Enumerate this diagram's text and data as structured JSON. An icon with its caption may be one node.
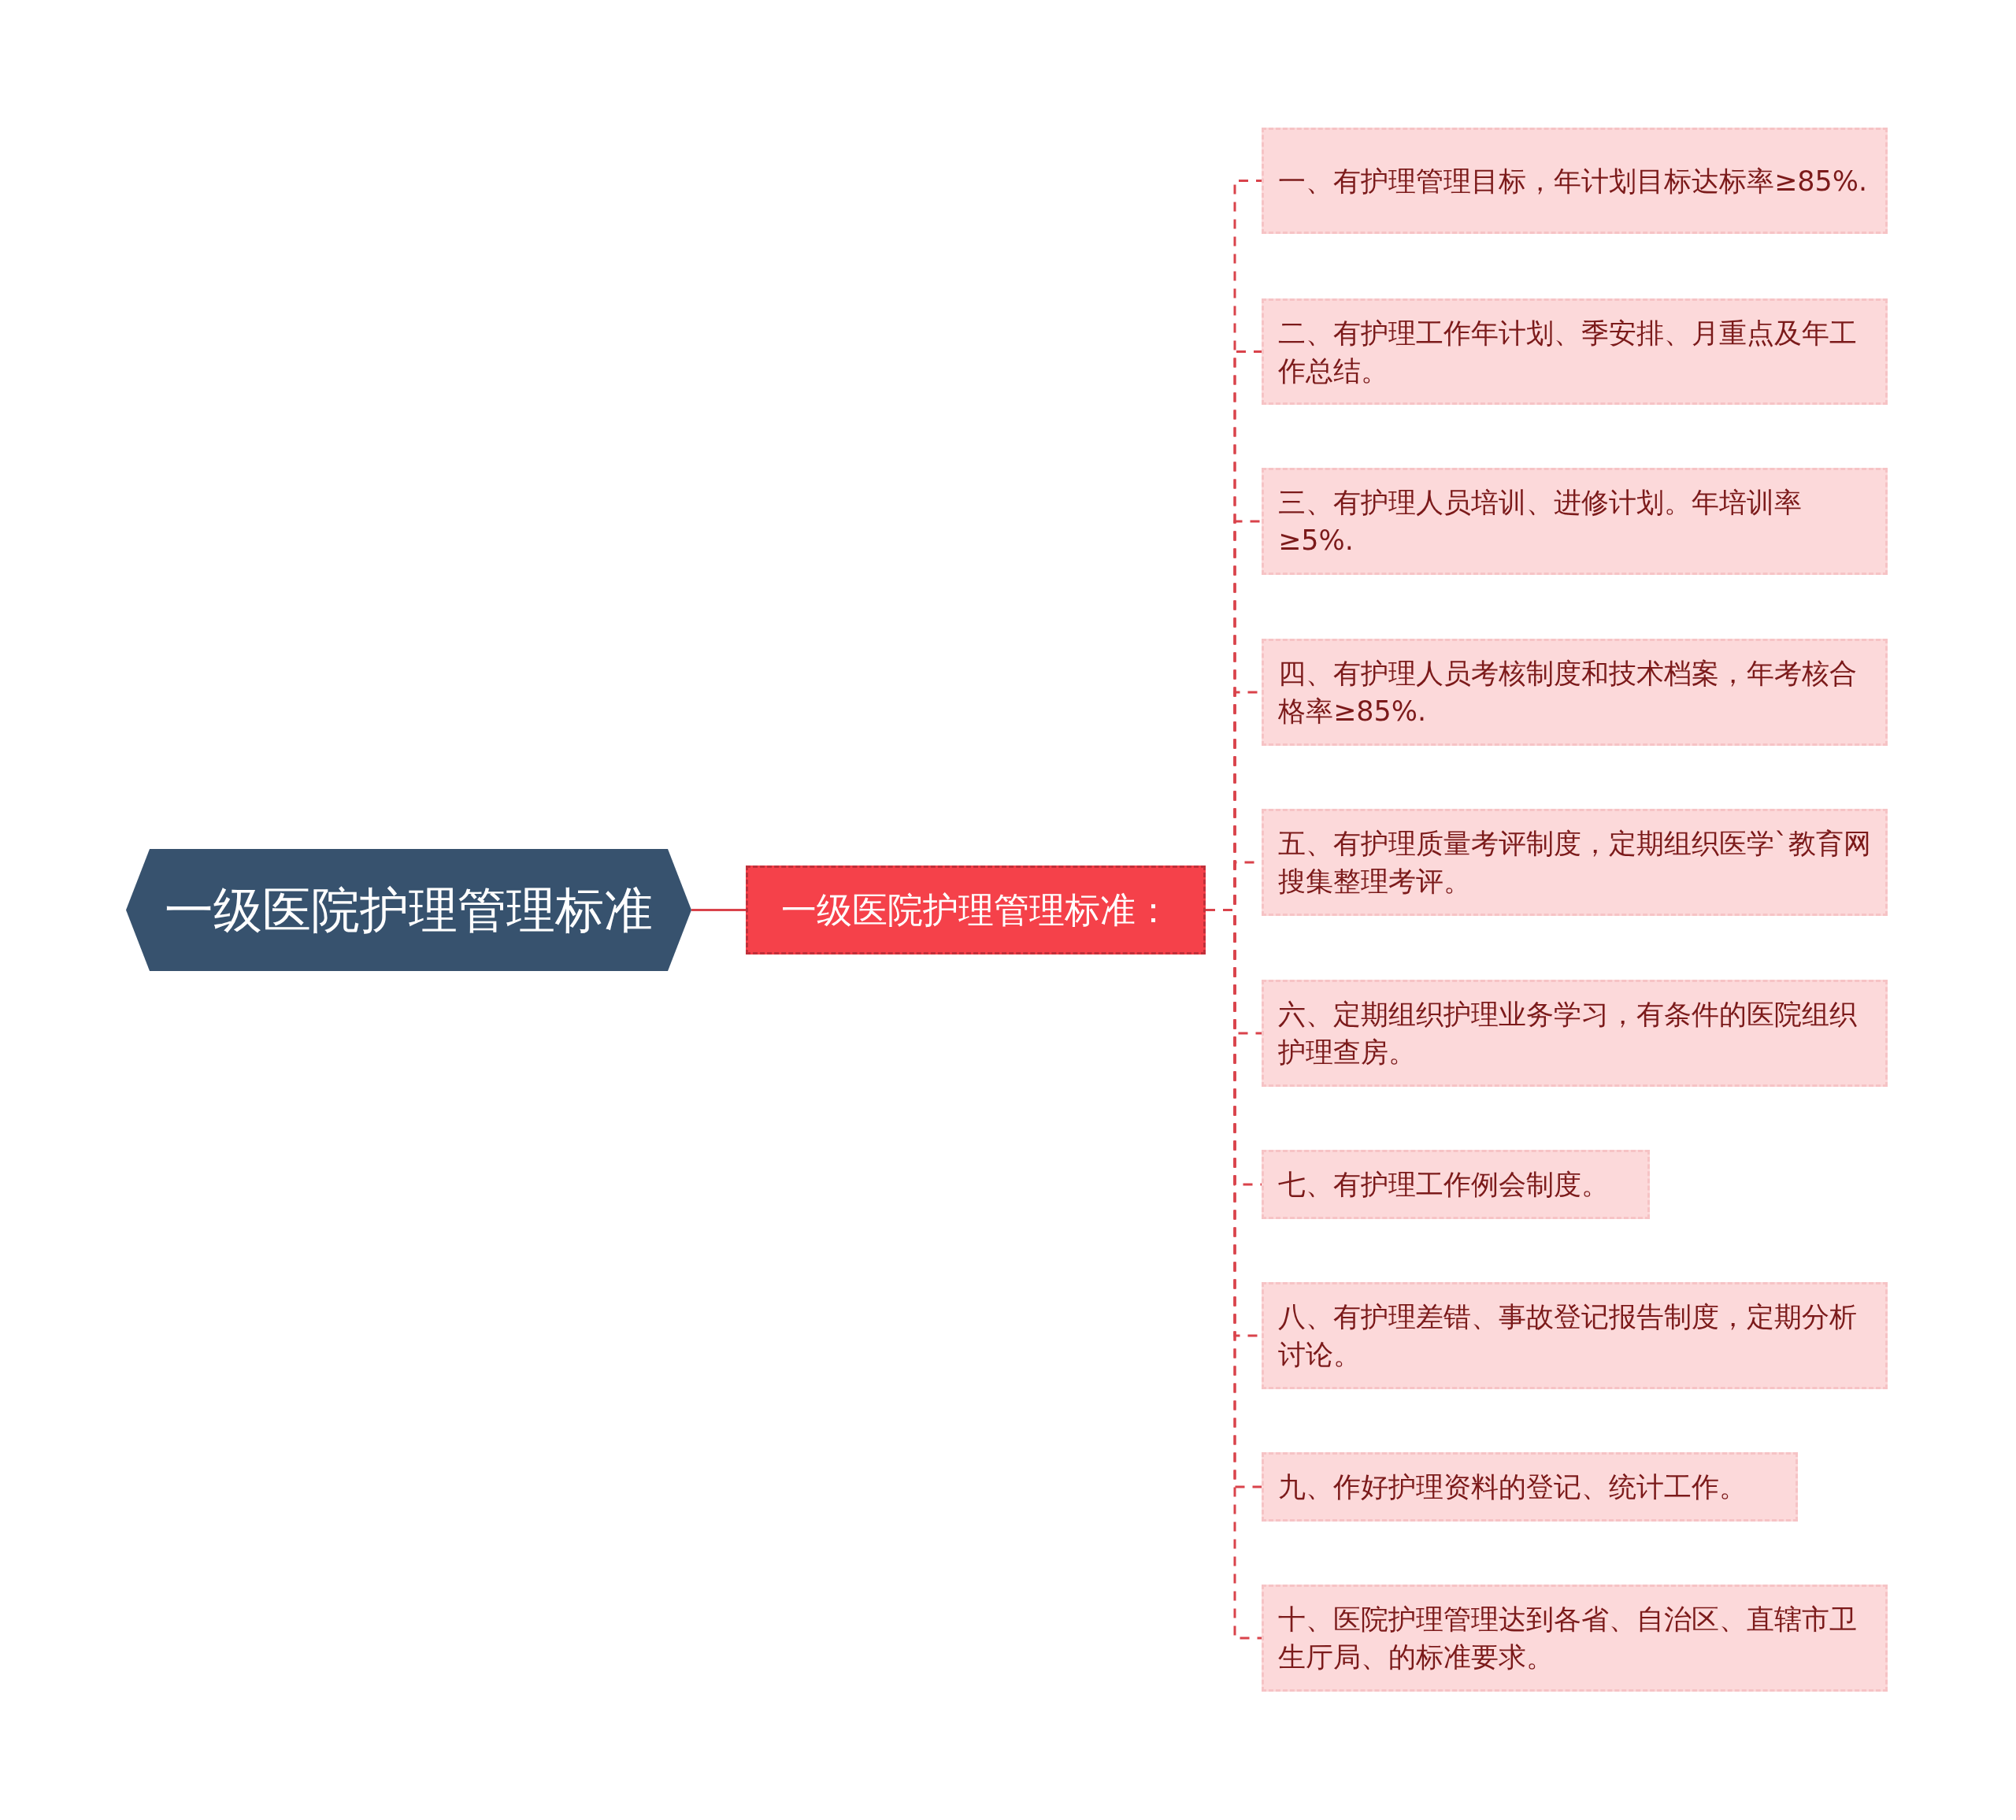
{
  "diagram": {
    "nodes": [
      {
        "text": [
          "一级医院护理管理标准"
        ]
      },
      {
        "text": [
          "一级医院护理管理标准："
        ]
      },
      {
        "text": [
          "一、有护理管理目标，年计划目标达标率≥85%."
        ]
      },
      {
        "text": [
          "二、有护理工作年计划、季安排、月重点及年工作总结。"
        ]
      },
      {
        "text": [
          "三、有护理人员培训、进修计划。年培训率≥5%."
        ]
      },
      {
        "text": [
          "四、有护理人员考核制度和技术档案，年考核合格率≥85%."
        ]
      },
      {
        "text": [
          "五、有护理质量考评制度，定期组织医学`教育网搜集整理考评。"
        ]
      },
      {
        "text": [
          "六、定期组织护理业务学习，有条件的医院组织护理查房。"
        ]
      },
      {
        "text": [
          "七、有护理工作例会制度。"
        ]
      },
      {
        "text": [
          "八、有护理差错、事故登记报告制度，定期分析讨论。"
        ]
      },
      {
        "text": [
          "九、作好护理资料的登记、统计工作。"
        ]
      },
      {
        "text": [
          "十、医院护理管理达到各省、自治区、直辖市卫生厅局、的标准要求。"
        ]
      }
    ],
    "edges": [
      {
        "from": 0,
        "to": 1,
        "arrow": "none"
      },
      {
        "from": 1,
        "to": 2,
        "arrow": "none",
        "style": "dashed"
      },
      {
        "from": 1,
        "to": 3,
        "arrow": "none",
        "style": "dashed"
      },
      {
        "from": 1,
        "to": 4,
        "arrow": "none",
        "style": "dashed"
      },
      {
        "from": 1,
        "to": 5,
        "arrow": "none",
        "style": "dashed"
      },
      {
        "from": 1,
        "to": 6,
        "arrow": "none",
        "style": "dashed"
      },
      {
        "from": 1,
        "to": 7,
        "arrow": "none",
        "style": "dashed"
      },
      {
        "from": 1,
        "to": 8,
        "arrow": "none",
        "style": "dashed"
      },
      {
        "from": 1,
        "to": 9,
        "arrow": "none",
        "style": "dashed"
      },
      {
        "from": 1,
        "to": 10,
        "arrow": "none",
        "style": "dashed"
      },
      {
        "from": 1,
        "to": 11,
        "arrow": "none",
        "style": "dashed"
      }
    ]
  }
}
